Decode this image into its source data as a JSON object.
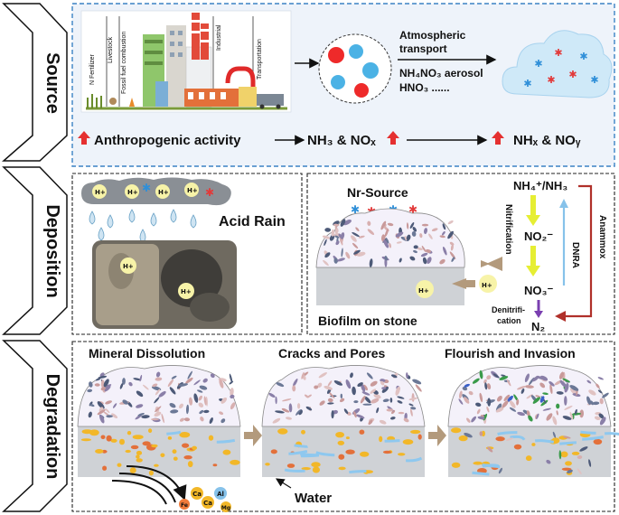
{
  "stages": {
    "source": "Source",
    "deposition": "Deposition",
    "degradation": "Degradation"
  },
  "source_panel": {
    "sectors": [
      "N Fertilizer",
      "Livestock",
      "Fossil fuel combustion",
      "Industrial",
      "Transportation"
    ],
    "atmospheric_line1": "Atmospheric",
    "atmospheric_line2": "transport",
    "aerosol": "NH₄NO₃ aerosol",
    "hno3": "HNO₃ ......",
    "anthropogenic": "Anthropogenic activity",
    "emissions": "NH₃ & NOₓ",
    "products": "NHₓ & NOᵧ"
  },
  "deposition_panel": {
    "acid_rain": "Acid Rain",
    "proton": "H+",
    "nr_source": "Nr-Source",
    "biofilm": "Biofilm on stone",
    "cycle": {
      "nh4": "NH₄⁺/NH₃",
      "no2": "NO₂⁻",
      "no3": "NO₃⁻",
      "n2": "N₂",
      "nitrification": "Nitrification",
      "dnra": "DNRA",
      "anammox": "Anammox",
      "denitri_line1": "Denitrifi-",
      "denitri_line2": "cation"
    }
  },
  "degradation_panel": {
    "mineral": "Mineral Dissolution",
    "cracks": "Cracks and Pores",
    "flourish": "Flourish and Invasion",
    "water": "Water",
    "ions": [
      "Ca",
      "Ca",
      "Al",
      "Fe",
      "Mg"
    ]
  },
  "colors": {
    "source_border": "#3b82c4",
    "source_bg": "#eef3fa",
    "red_arrow": "#e53030",
    "stone": "#cfd2d6",
    "mineral": "#f2b728",
    "water": "#8ec8ef",
    "rain": "#cfe4f2",
    "nitrification_arrow": "#e6ee33",
    "dnra_arrow": "#86c2ea",
    "anammox": "#b0302a",
    "denitrification_arrow": "#7a3fb0"
  }
}
